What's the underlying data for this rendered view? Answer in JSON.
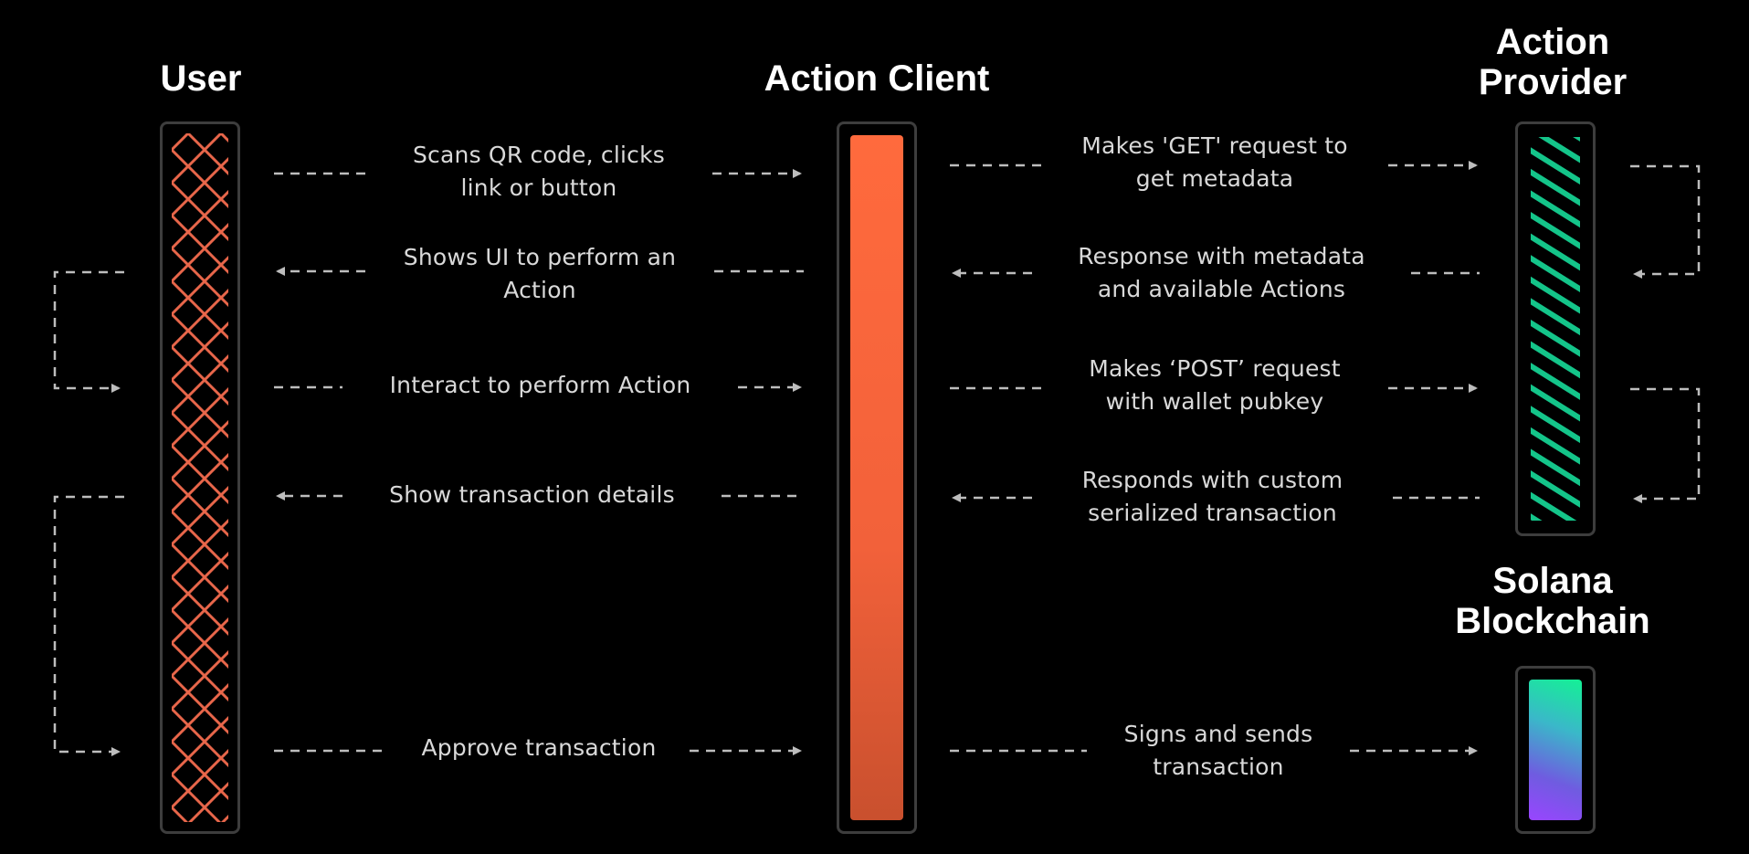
{
  "actors": {
    "user": {
      "title": "User"
    },
    "client": {
      "title": "Action Client"
    },
    "provider": {
      "title_line1": "Action",
      "title_line2": "Provider"
    },
    "blockchain": {
      "title_line1": "Solana",
      "title_line2": "Blockchain"
    }
  },
  "messages": {
    "scan_qr": {
      "line1": "Scans QR code, clicks",
      "line2": "link or button"
    },
    "show_ui": {
      "line1": "Shows UI to perform an",
      "line2": "Action"
    },
    "interact": {
      "line1": "Interact to perform Action"
    },
    "show_tx": {
      "line1": "Show transaction details"
    },
    "approve": {
      "line1": "Approve transaction"
    },
    "get_request": {
      "line1": "Makes 'GET' request to",
      "line2": "get metadata"
    },
    "metadata_response": {
      "line1": "Response with metadata",
      "line2": "and available Actions"
    },
    "post_request": {
      "line1": "Makes ‘POST’ request",
      "line2": "with wallet pubkey"
    },
    "tx_response": {
      "line1": "Responds with custom",
      "line2": "serialized transaction"
    },
    "sign_send": {
      "line1": "Signs and sends",
      "line2": "transaction"
    }
  },
  "colors": {
    "background": "#000000",
    "lane_border": "#3d3d3d",
    "user_pattern": "#e8664a",
    "client_bar_top": "#ff6a3d",
    "client_bar_bottom": "#c9502e",
    "provider_stripe": "#14c58a",
    "blockchain_gradient_start": "#9945ff",
    "blockchain_gradient_end": "#14f195",
    "arrow": "#bdbdbd",
    "message_text": "#d9d9d9",
    "title_text": "#ffffff"
  }
}
